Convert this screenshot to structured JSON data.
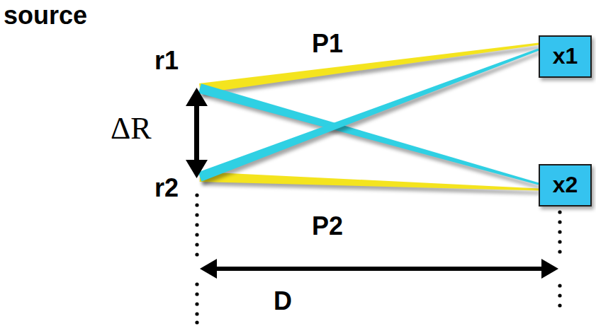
{
  "diagram": {
    "nodes": [
      {
        "text": [
          "source",
          "r1",
          "ΔR",
          "r2"
        ]
      },
      {
        "text": [
          "x1"
        ]
      },
      {
        "text": [
          "x2"
        ]
      }
    ],
    "edges": [
      {
        "from": 0,
        "to": 1,
        "arrow": "none",
        "label": "P1"
      },
      {
        "from": 0,
        "to": 2,
        "arrow": "none",
        "label": "P2"
      },
      {
        "from": 0,
        "to": 2,
        "arrow": "none"
      },
      {
        "from": 0,
        "to": 1,
        "arrow": "none"
      }
    ],
    "labels": [
      "D"
    ]
  }
}
